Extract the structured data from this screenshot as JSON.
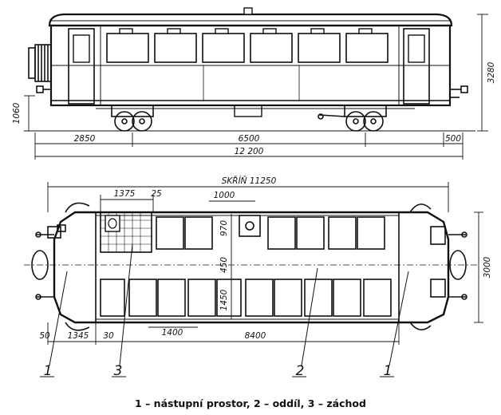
{
  "side_view": {
    "dims": {
      "height_total": "3280",
      "floor_height": "1060",
      "overhang_left": "2850",
      "wheelbase": "6500",
      "overhang_right": "500",
      "length_total": "12 200"
    }
  },
  "plan_view": {
    "dims": {
      "body_length": "SKŘÍŇ 11250",
      "toilet_width": "1375",
      "wall": "25",
      "seat_pitch_top": "1000",
      "bench_width": "970",
      "aisle": "450",
      "bench_width_lower": "1450",
      "width": "3000",
      "edge_left": "50",
      "vestibule": "1345",
      "wall_lower": "30",
      "seat_pitch_bottom": "1400",
      "compartment_length": "8400"
    },
    "callouts": [
      "1",
      "3",
      "2",
      "1"
    ]
  },
  "caption": "1 – nástupní prostor, 2 – oddíl, 3 – záchod"
}
